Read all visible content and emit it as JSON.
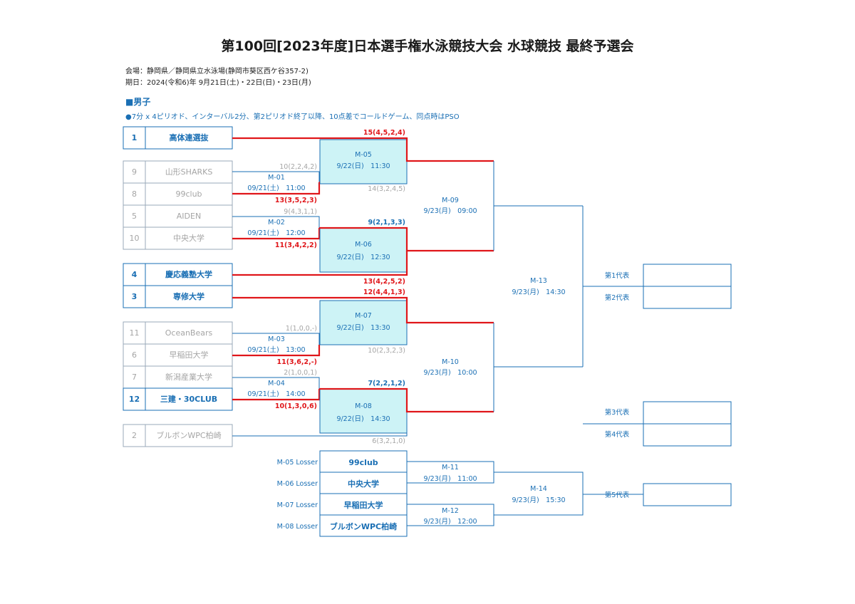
{
  "title": "第100回[2023年度]日本選手権水泳競技大会 水球競技 最終予選会",
  "venue": "会場：静岡県／静岡県立水泳場(静岡市葵区西ケ谷357-2)",
  "dates": "期日：2024(令和6)年 9月21日(土)・22日(日)・23日(月)",
  "section": "■男子",
  "rule": "●7分 x 4ピリオド、インターバル2分、第2ピリオド終了以降、10点差でコールドゲーム、同点時はPSO",
  "teams": [
    {
      "seed": "1",
      "name": "高体連選抜",
      "strong": true
    },
    {
      "seed": "9",
      "name": "山形SHARKS",
      "strong": false
    },
    {
      "seed": "8",
      "name": "99club",
      "strong": false
    },
    {
      "seed": "5",
      "name": "AIDEN",
      "strong": false
    },
    {
      "seed": "10",
      "name": "中央大学",
      "strong": false
    },
    {
      "seed": "4",
      "name": "慶応義塾大学",
      "strong": true
    },
    {
      "seed": "3",
      "name": "専修大学",
      "strong": true
    },
    {
      "seed": "11",
      "name": "OceanBears",
      "strong": false
    },
    {
      "seed": "6",
      "name": "早稲田大学",
      "strong": false
    },
    {
      "seed": "7",
      "name": "新潟産業大学",
      "strong": false
    },
    {
      "seed": "12",
      "name": "三建・30CLUB",
      "strong": true
    },
    {
      "seed": "2",
      "name": "ブルボンWPC柏崎",
      "strong": false
    }
  ],
  "matches": [
    {
      "id": "M-01",
      "date": "09/21(土)　11:00"
    },
    {
      "id": "M-02",
      "date": "09/21(土)　12:00"
    },
    {
      "id": "M-03",
      "date": "09/21(土)　13:00"
    },
    {
      "id": "M-04",
      "date": "09/21(土)　14:00"
    },
    {
      "id": "M-05",
      "date": "9/22(日)　11:30"
    },
    {
      "id": "M-06",
      "date": "9/22(日)　12:30"
    },
    {
      "id": "M-07",
      "date": "9/22(日)　13:30"
    },
    {
      "id": "M-08",
      "date": "9/22(日)　14:30"
    },
    {
      "id": "M-09",
      "date": "9/23(月)　09:00"
    },
    {
      "id": "M-10",
      "date": "9/23(月)　10:00"
    },
    {
      "id": "M-11",
      "date": "9/23(月)　11:00"
    },
    {
      "id": "M-12",
      "date": "9/23(月)　12:00"
    },
    {
      "id": "M-13",
      "date": "9/23(月)　14:30"
    },
    {
      "id": "M-14",
      "date": "9/23(月)　15:30"
    }
  ],
  "scores": {
    "m01_top": "10(2,2,4,2)",
    "m01_bot": "13(3,5,2,3)",
    "m02_top": "9(4,3,1,1)",
    "m02_bot": "11(3,4,2,2)",
    "m03_top": "1(1,0,0,-)",
    "m03_bot": "11(3,6,2,-)",
    "m04_top": "2(1,0,0,1)",
    "m04_bot": "10(1,3,0,6)",
    "m05_top": "15(4,5,2,4)",
    "m05_bot": "14(3,2,4,5)",
    "m06_top": "9(2,1,3,3)",
    "m06_bot": "13(4,2,5,2)",
    "m07_top": "12(4,4,1,3)",
    "m07_bot": "10(2,3,2,3)",
    "m08_top": "7(2,2,1,2)",
    "m08_bot": "6(3,2,1,0)"
  },
  "losers": [
    {
      "label": "M-05 Losser",
      "name": "99club"
    },
    {
      "label": "M-06 Losser",
      "name": "中央大学"
    },
    {
      "label": "M-07 Losser",
      "name": "早稲田大学"
    },
    {
      "label": "M-08 Losser",
      "name": "ブルボンWPC柏崎"
    }
  ],
  "reps": [
    "第1代表",
    "第2代表",
    "第3代表",
    "第4代表",
    "第5代表"
  ],
  "colors": {
    "accent": "#1a6fb4",
    "winner_line": "#e0161a",
    "highlight": "#cdf3f6",
    "muted": "#a5a5a5"
  }
}
